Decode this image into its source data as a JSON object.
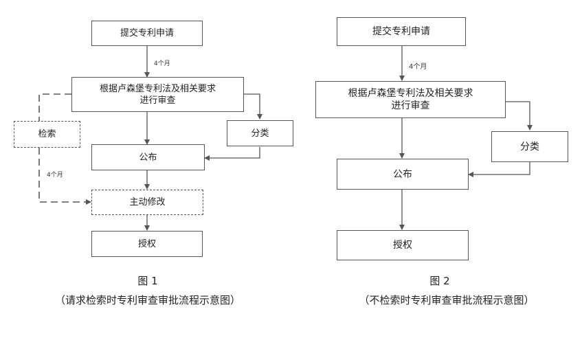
{
  "diagrams": [
    {
      "nodes": {
        "submit": "提交专利申请",
        "review": "根据卢森堡专利法及相关要求\n进行审查",
        "search": "检索",
        "classify": "分类",
        "publish": "公布",
        "amend": "主动修改",
        "grant": "授权"
      },
      "labels": {
        "period_1": "4个月",
        "period_2": "4个月"
      },
      "figure_label": "图 1",
      "caption": "（请求检索时专利审查审批流程示意图）"
    },
    {
      "nodes": {
        "submit": "提交专利申请",
        "review": "根据卢森堡专利法及相关要求\n进行审查",
        "classify": "分类",
        "publish": "公布",
        "grant": "授权"
      },
      "labels": {
        "period_1": "4个月"
      },
      "figure_label": "图 2",
      "caption": "（不检索时专利审查审批流程示意图）"
    }
  ],
  "colors": {
    "line": "#555555",
    "text": "#222222"
  }
}
